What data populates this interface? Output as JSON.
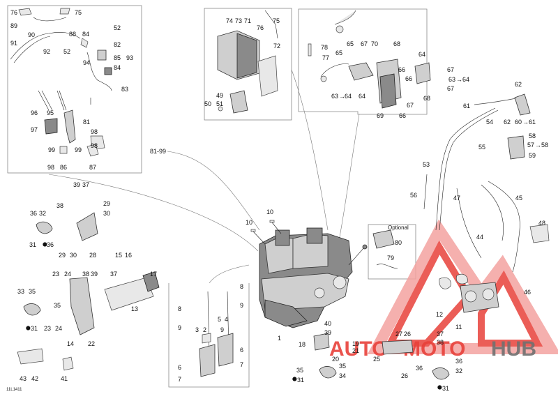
{
  "colors": {
    "watermark_red": "#e8413a",
    "watermark_gray": "#707070",
    "watermark_pink": "#f4a3a0"
  },
  "figure_code": "11L1411",
  "ref_range": "81-99",
  "optional_label": "Optional",
  "watermark": {
    "auto": "AUTO",
    "moto": "MOTO",
    "hub": "HUB"
  },
  "labels": {
    "l1": "1",
    "l2": "2",
    "l3": "3",
    "l4": "4",
    "l5": "5",
    "l6a": "6",
    "l6b": "6",
    "l7a": "7",
    "l7b": "7",
    "l8a": "8",
    "l8b": "8",
    "l9a": "9",
    "l9b": "9",
    "l9c": "9",
    "l10a": "10",
    "l10b": "10",
    "l11": "11",
    "l12": "12",
    "l13": "13",
    "l14": "14",
    "l15": "15",
    "l16": "16",
    "l17": "17",
    "l18": "18",
    "l19": "19",
    "l20": "20",
    "l21": "21",
    "l22": "22",
    "l23a": "23",
    "l23b": "23",
    "l24a": "24",
    "l24b": "24",
    "l25": "25",
    "l26a": "26",
    "l26b": "26",
    "l27": "27",
    "l28": "28",
    "l29a": "29",
    "l29b": "29",
    "l30a": "30",
    "l30b": "30",
    "l31a": "31",
    "l31b": "31",
    "l31c": "31",
    "l31d": "31",
    "l32a": "32",
    "l32b": "32",
    "l33": "33",
    "l34": "34",
    "l35a": "35",
    "l35b": "35",
    "l35c": "35",
    "l35d": "35",
    "l36a": "36",
    "l36b": "36",
    "l36c": "36",
    "l36d": "36",
    "l37a": "37",
    "l37b": "37",
    "l37c": "37",
    "l38a": "38",
    "l38b": "38",
    "l38c": "38",
    "l39a": "39",
    "l39b": "39",
    "l39c": "39",
    "l40": "40",
    "l41": "41",
    "l42": "42",
    "l43": "43",
    "l44": "44",
    "l45": "45",
    "l46": "46",
    "l47": "47",
    "l48": "48",
    "l49": "49",
    "l50": "50",
    "l51": "51",
    "l52a": "52",
    "l52b": "52",
    "l53": "53",
    "l54": "54",
    "l55": "55",
    "l56": "56",
    "l57": "57",
    "l58a": "58",
    "l58b": "58",
    "l59": "59",
    "l60": "60",
    "l61a": "61",
    "l61b": "61",
    "l62a": "62",
    "l62b": "62",
    "l63a": "63",
    "l63b": "63",
    "l64a": "64",
    "l64b": "64",
    "l64c": "64",
    "l64d": "64",
    "l65a": "65",
    "l65b": "65",
    "l66a": "66",
    "l66b": "66",
    "l66c": "66",
    "l67a": "67",
    "l67b": "67",
    "l67c": "67",
    "l67d": "67",
    "l68a": "68",
    "l68b": "68",
    "l69": "69",
    "l70": "70",
    "l71": "71",
    "l72": "72",
    "l73": "73",
    "l74": "74",
    "l75a": "75",
    "l75b": "75",
    "l76a": "76",
    "l76b": "76",
    "l77": "77",
    "l78": "78",
    "l79": "79",
    "l80": "80",
    "l81": "81",
    "l82": "82",
    "l83": "83",
    "l84a": "84",
    "l84b": "84",
    "l85": "85",
    "l86": "86",
    "l87": "87",
    "l88": "88",
    "l89": "89",
    "l90": "90",
    "l91": "91",
    "l92": "92",
    "l93": "93",
    "l94": "94",
    "l95": "95",
    "l96": "96",
    "l97": "97",
    "l98a": "98",
    "l98b": "98",
    "l99a": "99",
    "l99b": "99"
  },
  "arrow_glyph": "→",
  "drop_glyph": "⬤"
}
